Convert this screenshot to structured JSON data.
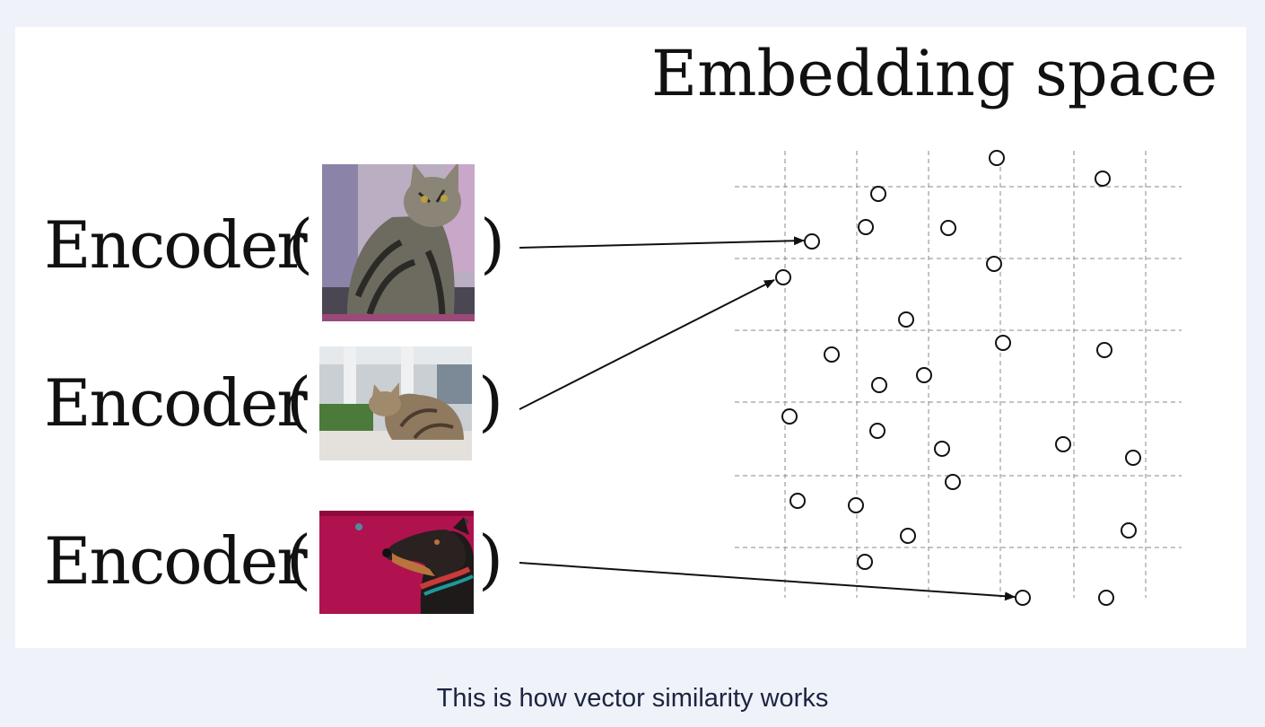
{
  "title": "Embedding space",
  "encoder_label": "Encoder",
  "caption": "This is how vector similarity works",
  "images": [
    {
      "icon": "tabby-cat-sitting-photo"
    },
    {
      "icon": "cat-grooming-photo"
    },
    {
      "icon": "dog-profile-photo"
    }
  ],
  "colors": {
    "page_bg": "#eff2f9",
    "card_bg": "#ffffff",
    "ink": "#111111",
    "caption": "#1c2440"
  }
}
